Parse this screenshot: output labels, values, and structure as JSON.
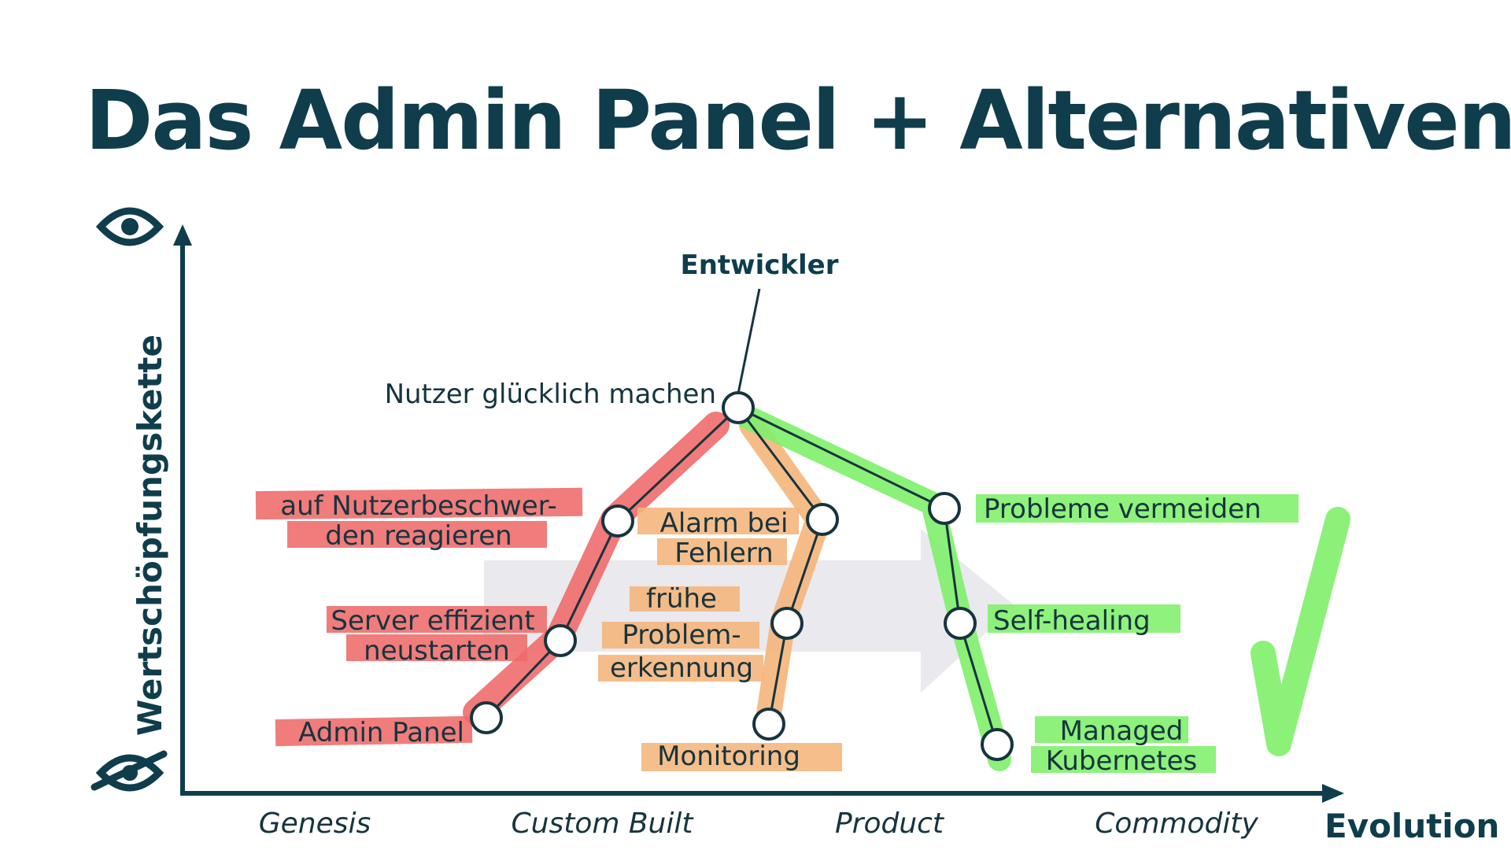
{
  "title": "Das Admin Panel + Alternativen",
  "axes": {
    "y_label": "Wertschöpfungskette",
    "x_label": "Evolution",
    "stages": [
      "Genesis",
      "Custom Built",
      "Product",
      "Commodity"
    ],
    "top_icon": "eye-icon",
    "bottom_icon": "eye-crossed-icon"
  },
  "anchor": "Entwickler",
  "nodes": {
    "root": [
      "Nutzer glücklich machen"
    ],
    "red": [
      [
        "auf Nutzerbeschwer-",
        "den reagieren"
      ],
      [
        "Server effizient",
        "neustarten"
      ],
      [
        "Admin Panel"
      ]
    ],
    "orange": [
      [
        "Alarm bei",
        "Fehlern"
      ],
      [
        "frühe",
        "Problem-",
        "erkennung"
      ],
      [
        "Monitoring"
      ]
    ],
    "green": [
      [
        "Probleme vermeiden"
      ],
      [
        "Self-healing"
      ],
      [
        "Managed",
        "Kubernetes"
      ]
    ]
  },
  "colors": {
    "text": "#0f3d4c",
    "red": "#ef6b6b",
    "orange": "#f5b57a",
    "green": "#7ef06a",
    "arrow": "#e9e9ee"
  },
  "checkmark": "check-icon"
}
